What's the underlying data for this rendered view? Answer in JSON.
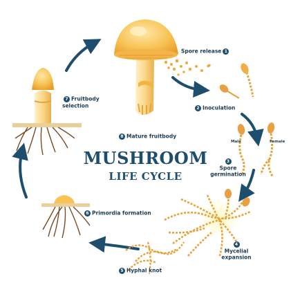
{
  "title": "MUSHROOM",
  "subtitle": "LIFE CYCLE",
  "stages": [
    {
      "number": "1",
      "label": "Spore release"
    },
    {
      "number": "2",
      "label": "Inoculation"
    },
    {
      "number": "3",
      "label": "Spore germination"
    },
    {
      "number": "4",
      "label": "Mycelial expansion"
    },
    {
      "number": "5",
      "label": "Hyphal knot"
    },
    {
      "number": "6",
      "label": "Primordia formation"
    },
    {
      "number": "7",
      "label": "Fruitbody selection"
    },
    {
      "number": "8",
      "label": "Mature fruitbody"
    }
  ],
  "mating_types": {
    "male": "Male",
    "female": "Female"
  },
  "colors": {
    "arrow": "#1d4e6e",
    "cap": "#f7b733",
    "stem": "#fde3a7",
    "soil": "#e6c98f",
    "root": "#7a4a22"
  }
}
